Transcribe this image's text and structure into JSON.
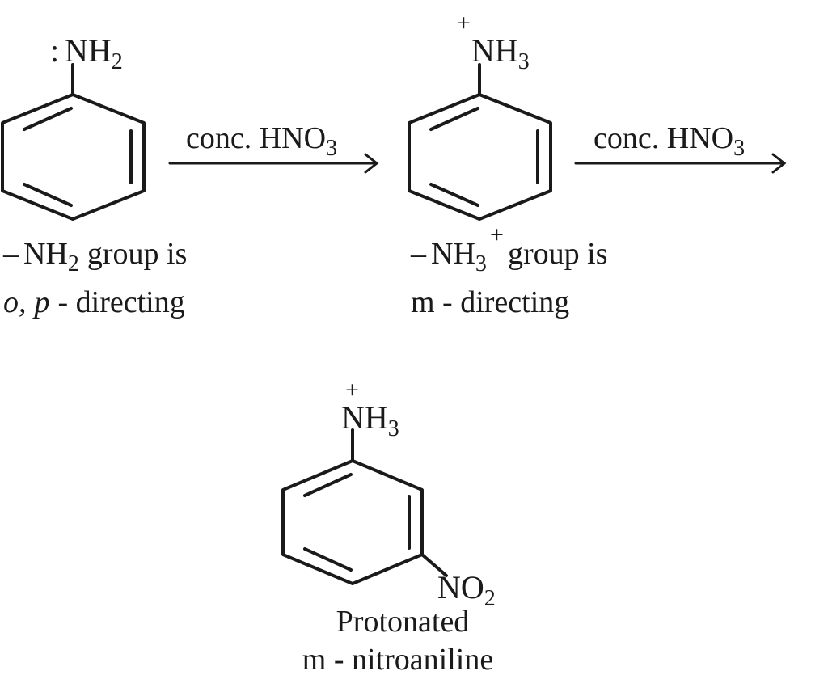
{
  "reactant": {
    "lone_pair": ":",
    "group": "NH",
    "group_sub": "2",
    "note_line1_dash": "–",
    "note_line1_group": "NH",
    "note_line1_sub": "2",
    "note_line1_text": "group is",
    "note_line2_o": "o,",
    "note_line2_p": "p",
    "note_line2_text": "- directing"
  },
  "arrow1": {
    "reagent": "conc. HNO",
    "reagent_sub": "3"
  },
  "intermediate": {
    "charge": "+",
    "group": "NH",
    "group_sub": "3",
    "note_line1_dash": "–",
    "note_line1_group": "NH",
    "note_line1_sub": "3",
    "note_line1_charge": "+",
    "note_line1_text": "group is",
    "note_line2": "m - directing"
  },
  "arrow2": {
    "reagent": "conc. HNO",
    "reagent_sub": "3"
  },
  "product": {
    "charge": "+",
    "group": "NH",
    "group_sub": "3",
    "substituent": "NO",
    "substituent_sub": "2",
    "name_line1": "Protonated",
    "name_line2": "m - nitroaniline"
  }
}
